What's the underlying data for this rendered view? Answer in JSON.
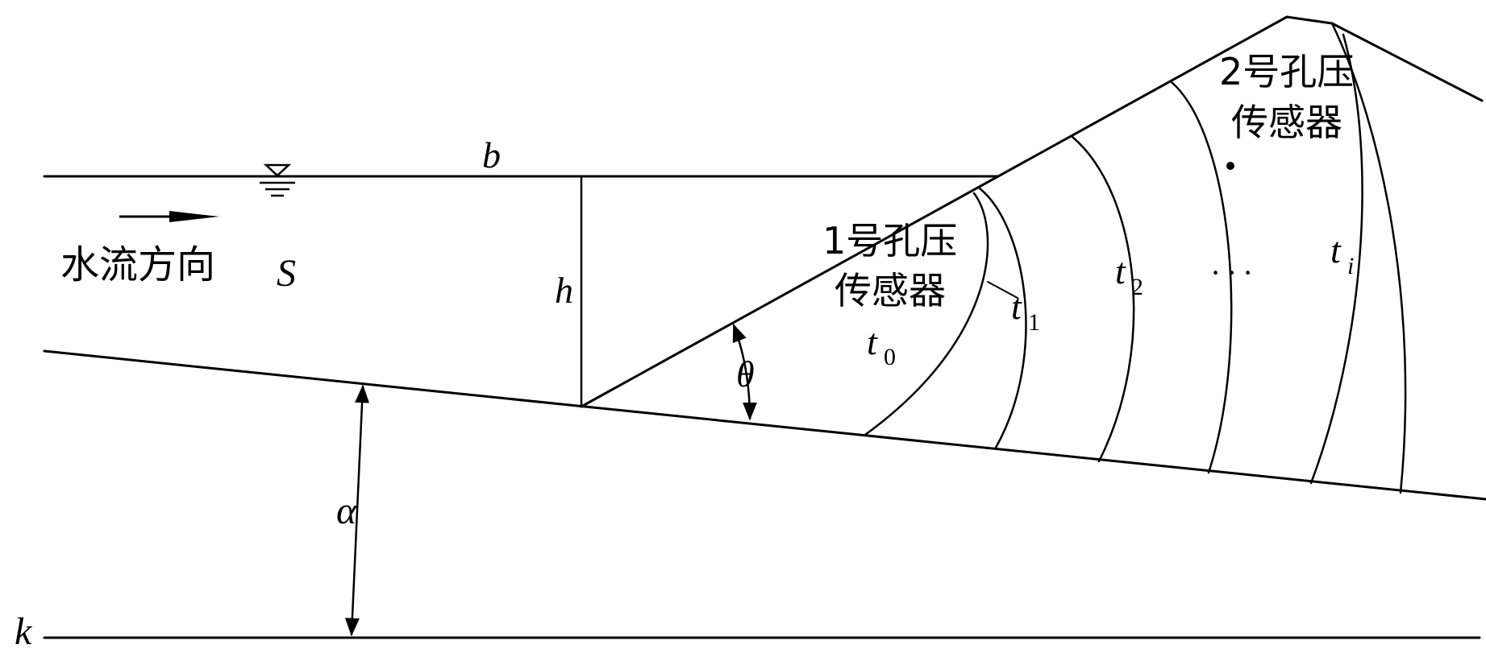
{
  "labels": {
    "b": "b",
    "h": "h",
    "theta": "θ",
    "alpha": "α",
    "k": "k",
    "S": "S",
    "t": "t",
    "sub_0": "0",
    "sub_1": "1",
    "sub_2": "2",
    "sub_i": "i",
    "dots": "· · ·"
  },
  "flow_direction": "水流方向",
  "sensors": [
    {
      "line1": "1号孔压",
      "line2": "传感器"
    },
    {
      "line1": "2号孔压",
      "line2": "传感器"
    }
  ],
  "icons": {
    "water_level": "water-surface-symbol-icon",
    "flow_arrow": "flow-direction-arrow-icon"
  },
  "colors": {
    "stroke": "#000000",
    "background": "#ffffff"
  }
}
